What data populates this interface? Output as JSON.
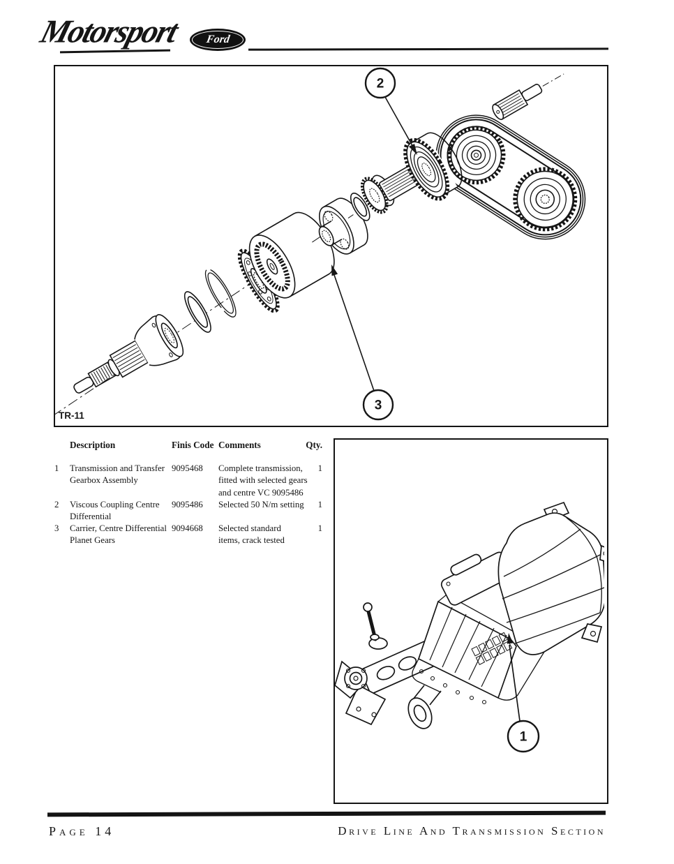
{
  "header": {
    "brand": "Motorsport",
    "ford": "Ford"
  },
  "figure_top": {
    "label": "TR-11",
    "callout_2": "2",
    "callout_3": "3"
  },
  "parts_table": {
    "headers": {
      "description": "Description",
      "finis_code": "Finis Code",
      "comments": "Comments",
      "qty": "Qty."
    },
    "rows": [
      {
        "num": "1",
        "description": [
          "Transmission and Transfer",
          "Gearbox Assembly"
        ],
        "finis_code": "9095468",
        "comments": [
          "Complete transmission,",
          "fitted with selected gears",
          "and centre VC 9095486"
        ],
        "qty": "1"
      },
      {
        "num": "2",
        "description": [
          "Viscous Coupling Centre",
          "Differential"
        ],
        "finis_code": "9095486",
        "comments": [
          "Selected 50 N/m setting"
        ],
        "qty": "1"
      },
      {
        "num": "3",
        "description": [
          "Carrier, Centre Differential",
          "Planet Gears"
        ],
        "finis_code": "9094668",
        "comments": [
          "Selected standard",
          "items, crack tested"
        ],
        "qty": "1"
      }
    ]
  },
  "figure_bottom": {
    "callout_1": "1"
  },
  "footer": {
    "page_label": "Page 14",
    "section_title": "Drive Line And Transmission Section"
  },
  "colors": {
    "ink": "#161616",
    "paper": "#ffffff"
  }
}
